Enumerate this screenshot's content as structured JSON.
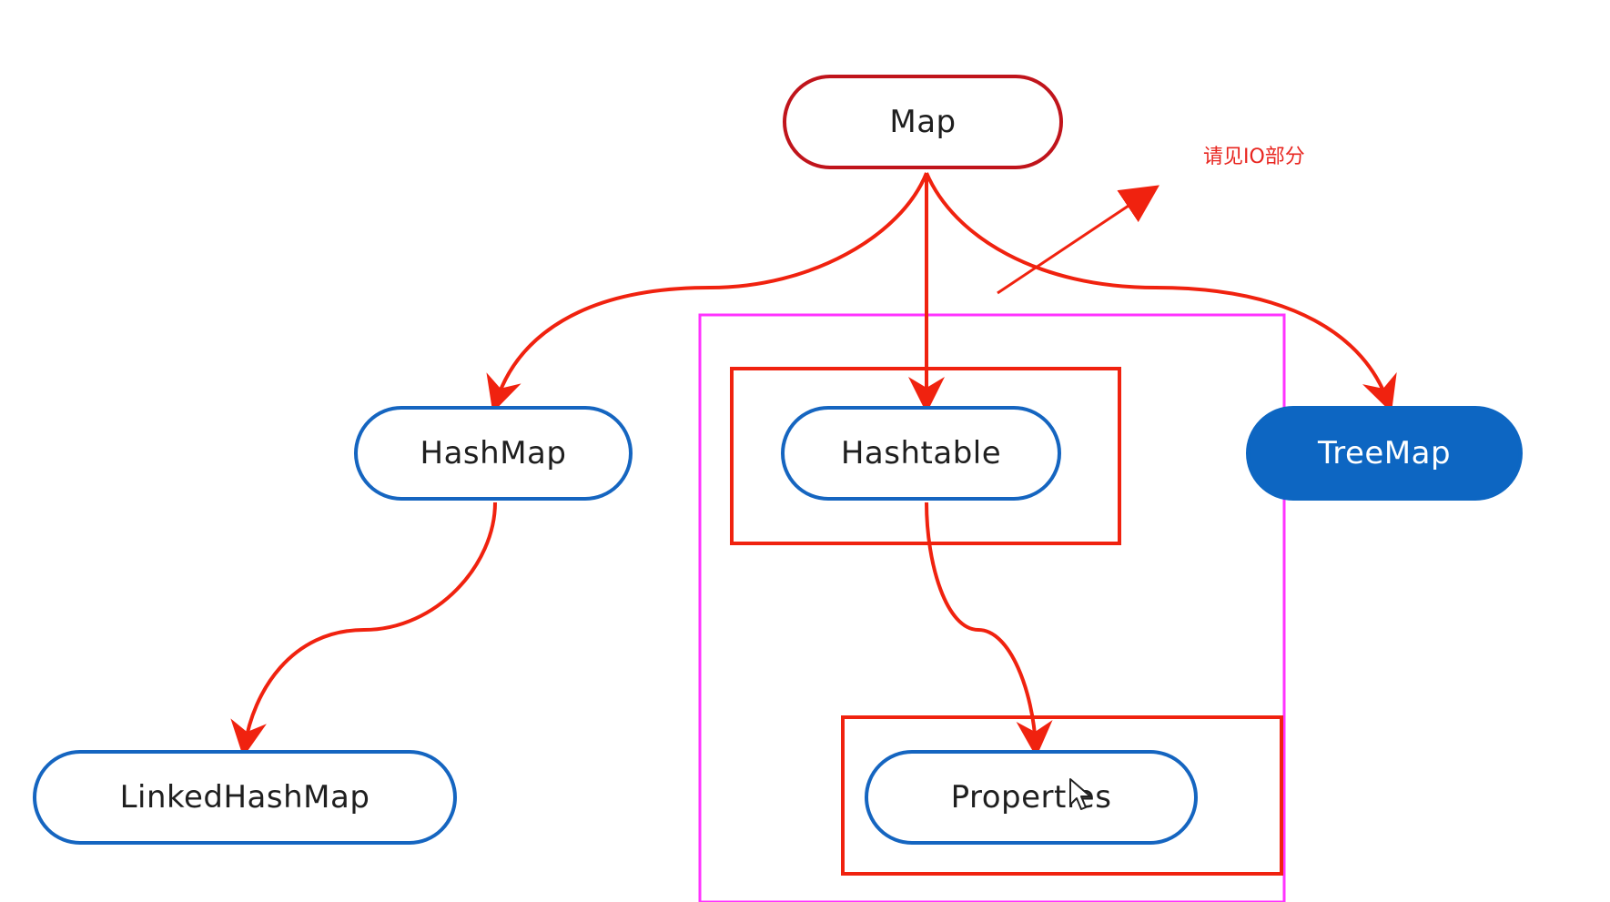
{
  "diagram": {
    "root": "Map",
    "nodes": {
      "hashmap": "HashMap",
      "hashtable": "Hashtable",
      "treemap": "TreeMap",
      "linkedhashmap": "LinkedHashMap",
      "properties": "Properties"
    },
    "edges": [
      {
        "from": "Map",
        "to": "HashMap"
      },
      {
        "from": "Map",
        "to": "Hashtable"
      },
      {
        "from": "Map",
        "to": "TreeMap"
      },
      {
        "from": "HashMap",
        "to": "LinkedHashMap"
      },
      {
        "from": "Hashtable",
        "to": "Properties"
      }
    ],
    "annotation": "请见IO部分"
  },
  "colors": {
    "edge": "#f0220f",
    "root_border": "#c0141b",
    "node_border": "#1565c0",
    "treemap_fill": "#0d66c2",
    "highlight_red": "#f0220f",
    "highlight_magenta": "#ff33ff",
    "annotation": "#e8251f"
  },
  "icons": {
    "cursor": "pointer-cursor-icon"
  }
}
